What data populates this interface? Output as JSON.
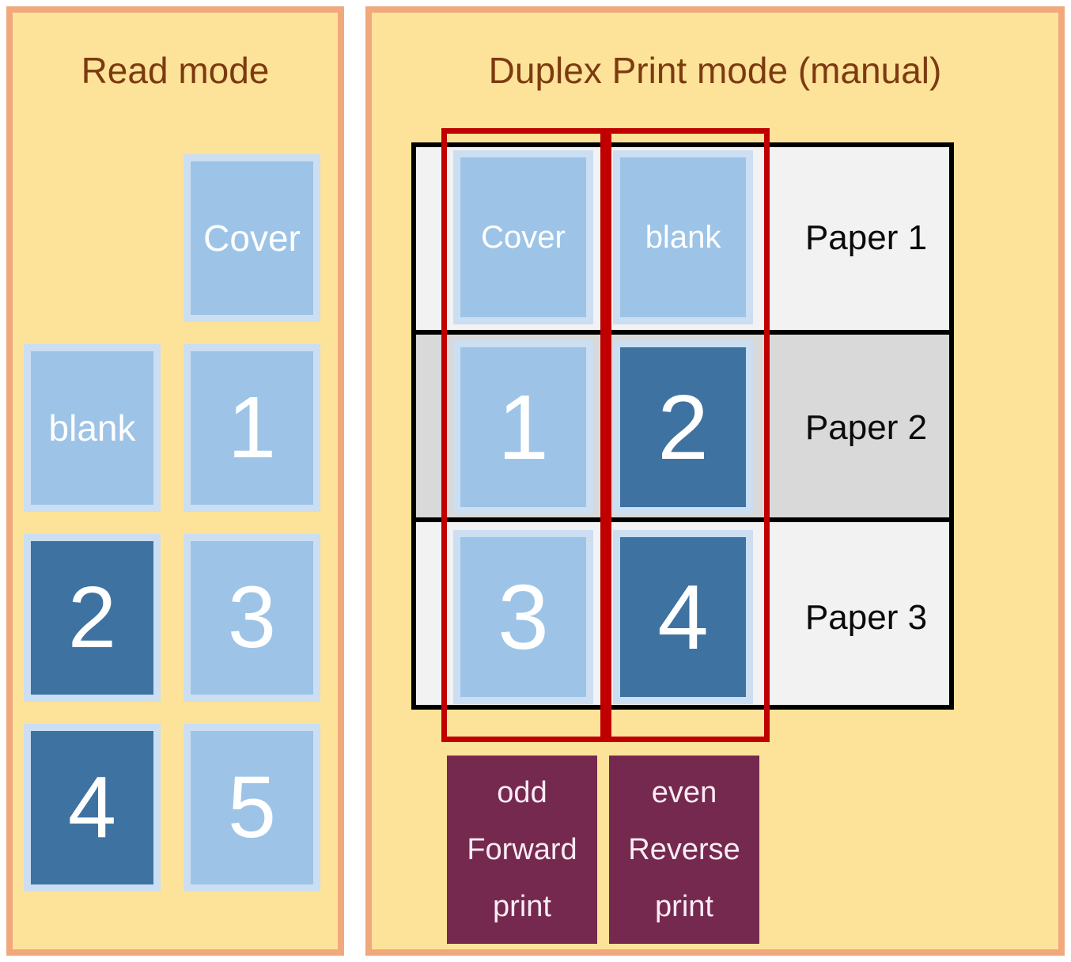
{
  "colors": {
    "panel_background": "#fde399",
    "panel_border": "#f0a87c",
    "title_text": "#7d3a10",
    "page_light_blue": "#9dc4e7",
    "page_dark_blue": "#3e72a1",
    "page_border": "#cbdef2",
    "row_light_gray": "#f2f2f2",
    "row_dark_gray": "#d9d9d9",
    "table_border": "#000000",
    "pass_highlight_red": "#c00000",
    "print_box_maroon": "#75294f",
    "page_text": "#ffffff",
    "paper_label_text": "#0a0a0a"
  },
  "left_panel": {
    "title": "Read mode",
    "pages": {
      "cover": {
        "label": "Cover",
        "variant": "light"
      },
      "blank": {
        "label": "blank",
        "variant": "light"
      },
      "p1": {
        "label": "1",
        "variant": "light"
      },
      "p2": {
        "label": "2",
        "variant": "dark"
      },
      "p3": {
        "label": "3",
        "variant": "light"
      },
      "p4": {
        "label": "4",
        "variant": "dark"
      },
      "p5": {
        "label": "5",
        "variant": "light"
      }
    }
  },
  "right_panel": {
    "title": "Duplex Print mode (manual)",
    "papers": [
      {
        "label": "Paper 1",
        "front": {
          "text": "Cover",
          "variant": "light"
        },
        "back": {
          "text": "blank",
          "variant": "light"
        }
      },
      {
        "label": "Paper 2",
        "front": {
          "text": "1",
          "variant": "light"
        },
        "back": {
          "text": "2",
          "variant": "dark"
        }
      },
      {
        "label": "Paper 3",
        "front": {
          "text": "3",
          "variant": "light"
        },
        "back": {
          "text": "4",
          "variant": "dark"
        }
      }
    ],
    "print_actions": [
      {
        "lines": [
          "odd",
          "Forward",
          "print"
        ]
      },
      {
        "lines": [
          "even",
          "Reverse",
          "print"
        ]
      }
    ]
  }
}
